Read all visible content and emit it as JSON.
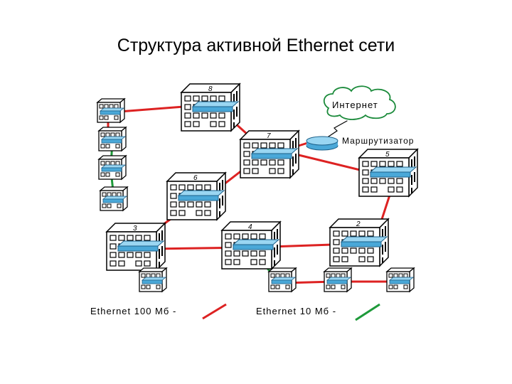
{
  "title": "Структура активной Ethernet сети",
  "labels": {
    "internet": "Интернет",
    "router": "Маршрутизатор",
    "building_marks": [
      "8",
      "7",
      "6",
      "5",
      "3",
      "4",
      "2"
    ]
  },
  "legend": {
    "fast": "Ethernet 100 Мб -",
    "slow": "Ethernet 10 Мб -"
  },
  "colors": {
    "fast_link": "#dd2222",
    "slow_link": "#1e9a3a",
    "switch": "#4aa8d8",
    "cloud_stroke": "#1a8a3a"
  }
}
